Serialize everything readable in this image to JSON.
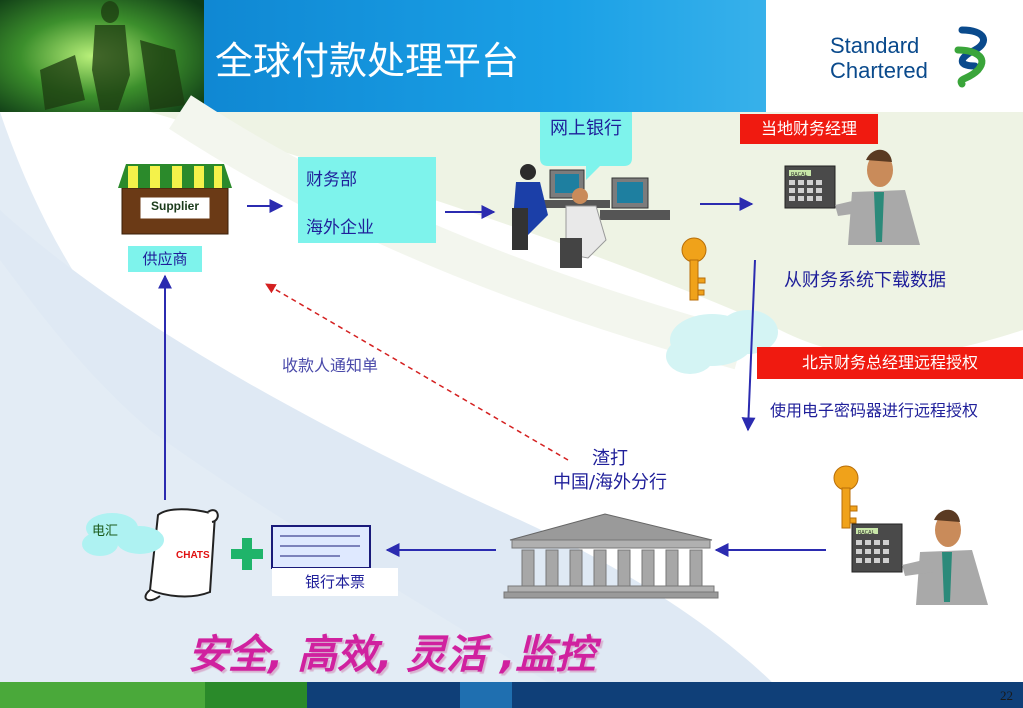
{
  "header": {
    "title": "全球付款处理平台",
    "logo_line1": "Standard",
    "logo_line2": "Chartered"
  },
  "nodes": {
    "supplier_sign": "Supplier",
    "supplier_label": "供应商",
    "finance_dept": "财务部",
    "overseas_company": "海外企业",
    "online_banking": "网上银行",
    "local_manager": "当地财务经理",
    "download_data": "从财务系统下载数据",
    "beijing_manager": "北京财务总经理远程授权",
    "token_auth": "使用电子密码器进行远程授权",
    "bank_name": "渣打",
    "bank_branch": "中国/海外分行",
    "payee_notice": "收款人通知单",
    "bank_draft": "银行本票",
    "wire_transfer": "电汇",
    "chats": "CHATS",
    "calc_label": "RACAL"
  },
  "slogan": "安全, 高效, 灵活 ,监控",
  "page_number": "22",
  "colors": {
    "accent_teal": "#7ef3ec",
    "alert_red": "#f01a10",
    "arrow_blue": "#2b2bb0",
    "slogan_magenta": "#d0219f",
    "brand_blue": "#0a4a8c",
    "brand_green": "#3aa53a"
  }
}
